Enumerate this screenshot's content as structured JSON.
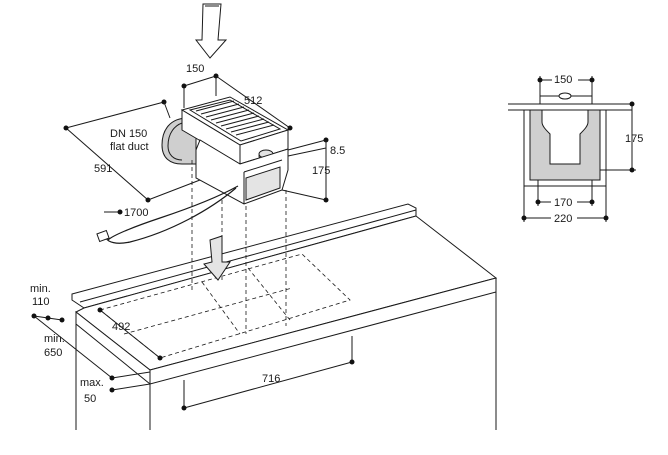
{
  "labels": {
    "top_width": "150",
    "length": "512",
    "duct": "DN 150\nflat duct",
    "duct_length": "591",
    "thickness": "8.5",
    "height": "175",
    "cable": "1700",
    "min_edge": "min.\n110",
    "cutout_depth": "492",
    "min_depth": "min.\n650",
    "max_overhang": "max.\n50",
    "cutout_width": "716",
    "side_top": "150",
    "side_height": "175",
    "side_inner": "170",
    "side_outer": "220"
  },
  "colors": {
    "line": "#1a1a1a",
    "fill_gray": "#cfcfcf"
  }
}
